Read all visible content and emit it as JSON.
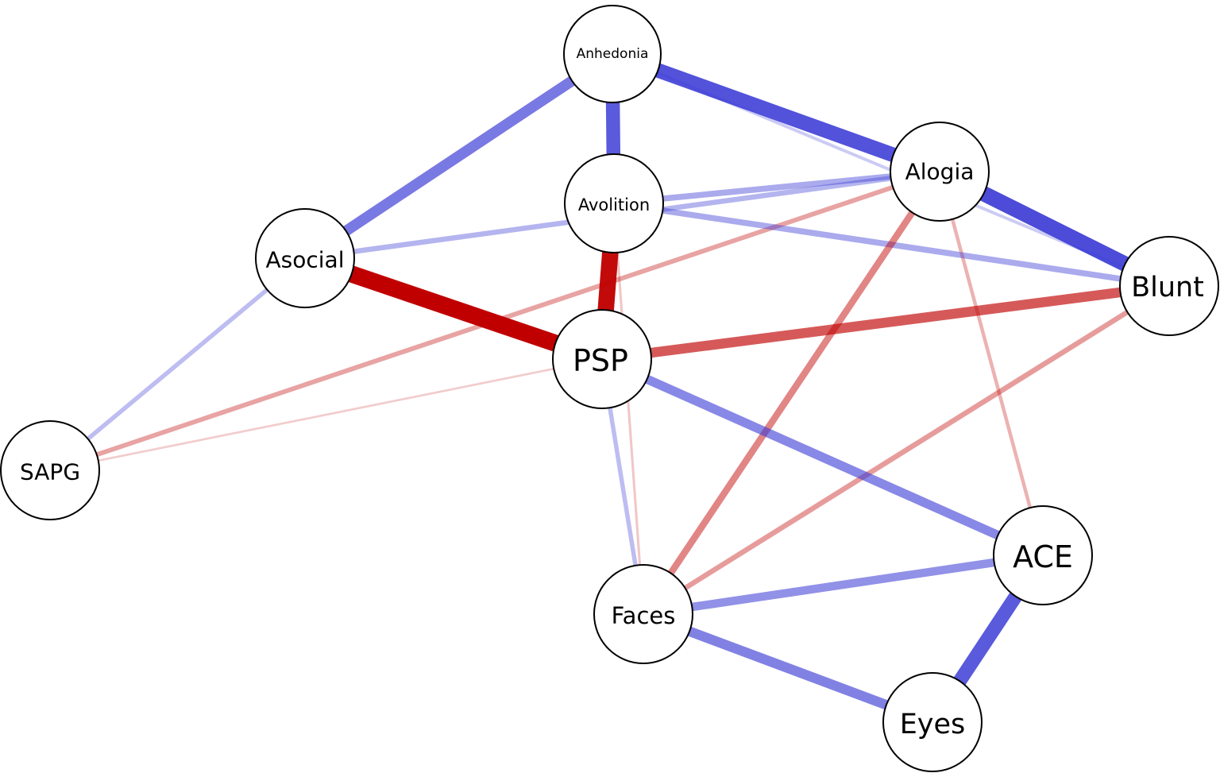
{
  "colors": {
    "positive_edge": "#3d3dd6",
    "negative_edge": "#c00000",
    "node_fill": "#ffffff",
    "node_stroke": "#000000"
  },
  "nodes": [
    {
      "id": "anhedonia",
      "label": "Anhedonia"
    },
    {
      "id": "avolition",
      "label": "Avolition"
    },
    {
      "id": "alogia",
      "label": "Alogia"
    },
    {
      "id": "asocial",
      "label": "Asocial"
    },
    {
      "id": "blunt",
      "label": "Blunt"
    },
    {
      "id": "psp",
      "label": "PSP"
    },
    {
      "id": "sapg",
      "label": "SAPG"
    },
    {
      "id": "ace",
      "label": "ACE"
    },
    {
      "id": "faces",
      "label": "Faces"
    },
    {
      "id": "eyes",
      "label": "Eyes"
    }
  ],
  "edges": [
    {
      "from": "asocial",
      "to": "psp",
      "sign": "negative",
      "strength": 1.0
    },
    {
      "from": "avolition",
      "to": "psp",
      "sign": "negative",
      "strength": 0.95
    },
    {
      "from": "alogia",
      "to": "blunt",
      "sign": "positive",
      "strength": 0.9
    },
    {
      "from": "anhedonia",
      "to": "alogia",
      "sign": "positive",
      "strength": 0.85
    },
    {
      "from": "anhedonia",
      "to": "avolition",
      "sign": "positive",
      "strength": 0.8
    },
    {
      "from": "ace",
      "to": "eyes",
      "sign": "positive",
      "strength": 0.8
    },
    {
      "from": "anhedonia",
      "to": "asocial",
      "sign": "positive",
      "strength": 0.6
    },
    {
      "from": "psp",
      "to": "blunt",
      "sign": "negative",
      "strength": 0.55
    },
    {
      "from": "psp",
      "to": "ace",
      "sign": "positive",
      "strength": 0.5
    },
    {
      "from": "faces",
      "to": "eyes",
      "sign": "positive",
      "strength": 0.55
    },
    {
      "from": "faces",
      "to": "ace",
      "sign": "positive",
      "strength": 0.45
    },
    {
      "from": "faces",
      "to": "alogia",
      "sign": "negative",
      "strength": 0.35
    },
    {
      "from": "avolition",
      "to": "alogia",
      "sign": "positive",
      "strength": 0.3
    },
    {
      "from": "asocial",
      "to": "alogia",
      "sign": "positive",
      "strength": 0.25
    },
    {
      "from": "avolition",
      "to": "blunt",
      "sign": "positive",
      "strength": 0.3
    },
    {
      "from": "faces",
      "to": "blunt",
      "sign": "negative",
      "strength": 0.25
    },
    {
      "from": "sapg",
      "to": "alogia",
      "sign": "negative",
      "strength": 0.22
    },
    {
      "from": "sapg",
      "to": "asocial",
      "sign": "positive",
      "strength": 0.2
    },
    {
      "from": "psp",
      "to": "faces",
      "sign": "positive",
      "strength": 0.2
    },
    {
      "from": "alogia",
      "to": "ace",
      "sign": "negative",
      "strength": 0.15
    },
    {
      "from": "anhedonia",
      "to": "blunt",
      "sign": "positive",
      "strength": 0.12
    },
    {
      "from": "avolition",
      "to": "faces",
      "sign": "negative",
      "strength": 0.08
    },
    {
      "from": "sapg",
      "to": "psp",
      "sign": "negative",
      "strength": 0.06
    }
  ]
}
